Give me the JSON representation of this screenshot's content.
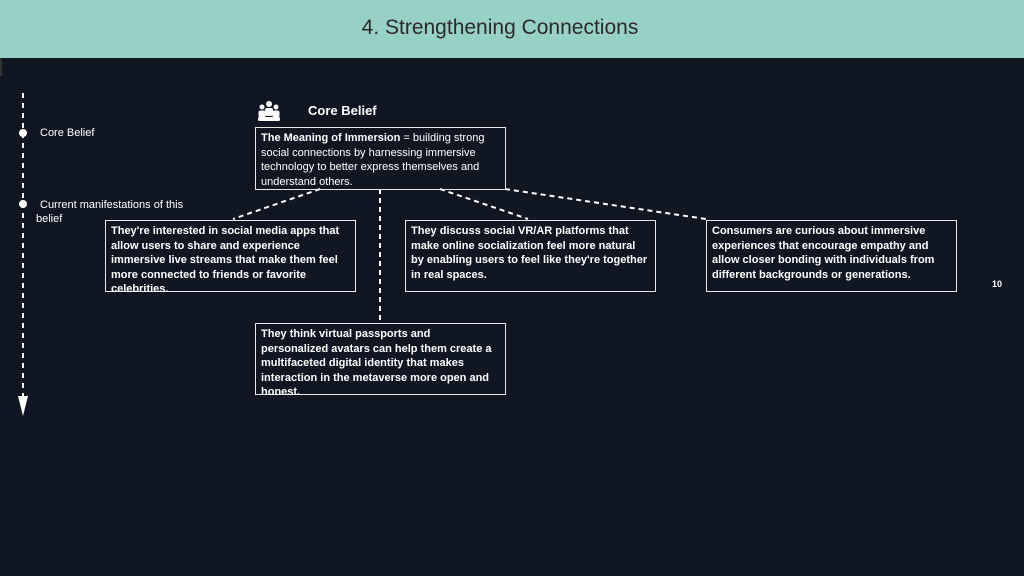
{
  "header": {
    "title": "4. Strengthening Connections"
  },
  "timeline": {
    "step1": "Core Belief",
    "step2": "Current manifestations of this belief"
  },
  "core": {
    "heading": "Core Belief",
    "icon": "people-group-icon",
    "box_bold": "The Meaning of Immersion",
    "box_rest": " = building strong social connections by harnessing immersive technology to better express themselves and understand others."
  },
  "manifestations": [
    "They're interested in social media apps that allow users to share and experience immersive live streams that make them feel more connected to friends or favorite celebrities.",
    "They discuss social VR/AR platforms that make online socialization feel more natural by enabling users to feel like they're together in real spaces.",
    "Consumers are curious about immersive experiences that encourage empathy and allow closer bonding with individuals from different backgrounds or generations.",
    "They think virtual passports and personalized avatars can help them create a multifaceted digital identity that makes interaction in the metaverse more open and honest."
  ],
  "page_number": "10",
  "colors": {
    "header_bg": "#97d1c6",
    "background": "#111722",
    "text": "#ffffff"
  }
}
